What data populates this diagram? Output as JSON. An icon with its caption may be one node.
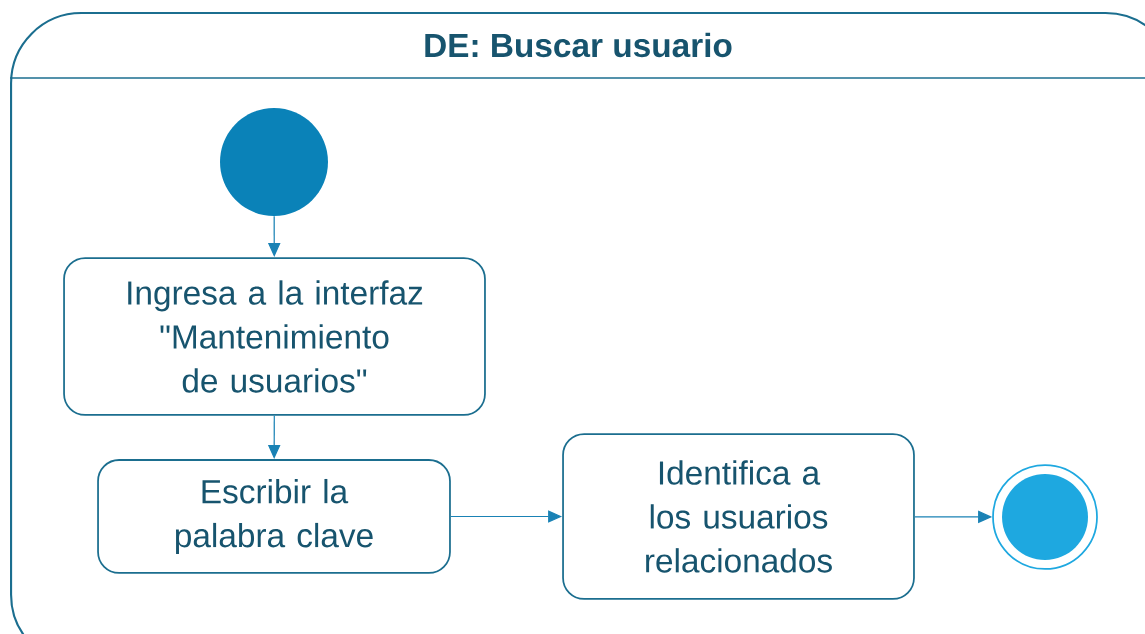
{
  "diagram": {
    "nodes": [
      {
        "text": [
          "DE: Buscar usuario"
        ]
      },
      {
        "text": [],
        "shape": "circle",
        "in": 0
      },
      {
        "text": [
          "Ingresa a la interfaz \"Mantenimiento de usuarios\""
        ],
        "in": 0
      },
      {
        "text": [
          "Escribir la palabra clave"
        ],
        "in": 0
      },
      {
        "text": [
          "Identifica a los usuarios relacionados"
        ],
        "in": 0
      },
      {
        "text": [],
        "shape": "circle",
        "in": 0
      }
    ],
    "edges": [
      {
        "from": 1,
        "to": 2,
        "arrow": "to"
      },
      {
        "from": 2,
        "to": 3,
        "arrow": "to"
      },
      {
        "from": 3,
        "to": 4,
        "arrow": "to"
      },
      {
        "from": 4,
        "to": 5,
        "arrow": "to"
      }
    ]
  }
}
